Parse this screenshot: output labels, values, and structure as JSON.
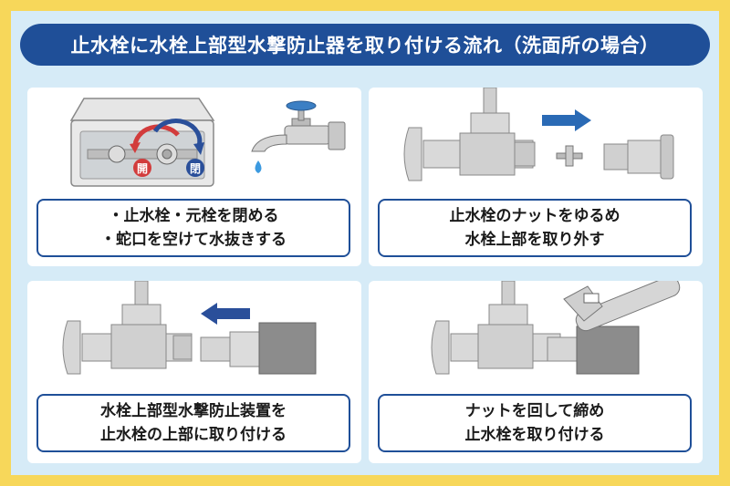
{
  "title": "止水栓に水栓上部型水撃防止器を取り付ける流れ（洗面所の場合）",
  "steps": [
    {
      "lines": [
        "・止水栓・元栓を閉める",
        "・蛇口を空けて水抜きする"
      ],
      "labels": {
        "open": "開",
        "close": "閉"
      }
    },
    {
      "lines": [
        "止水栓のナットをゆるめ",
        "水栓上部を取り外す"
      ]
    },
    {
      "lines": [
        "水栓上部型水撃防止装置を",
        "止水栓の上部に取り付ける"
      ]
    },
    {
      "lines": [
        "ナットを回して締め",
        "止水栓を取り付ける"
      ]
    }
  ],
  "colors": {
    "frame": "#f7d75a",
    "background": "#d6ebf7",
    "title_bg": "#1f4f98",
    "accent_blue": "#2a6ab5",
    "accent_red": "#d23c3c",
    "pipe_gray": "#cfcfcf"
  }
}
